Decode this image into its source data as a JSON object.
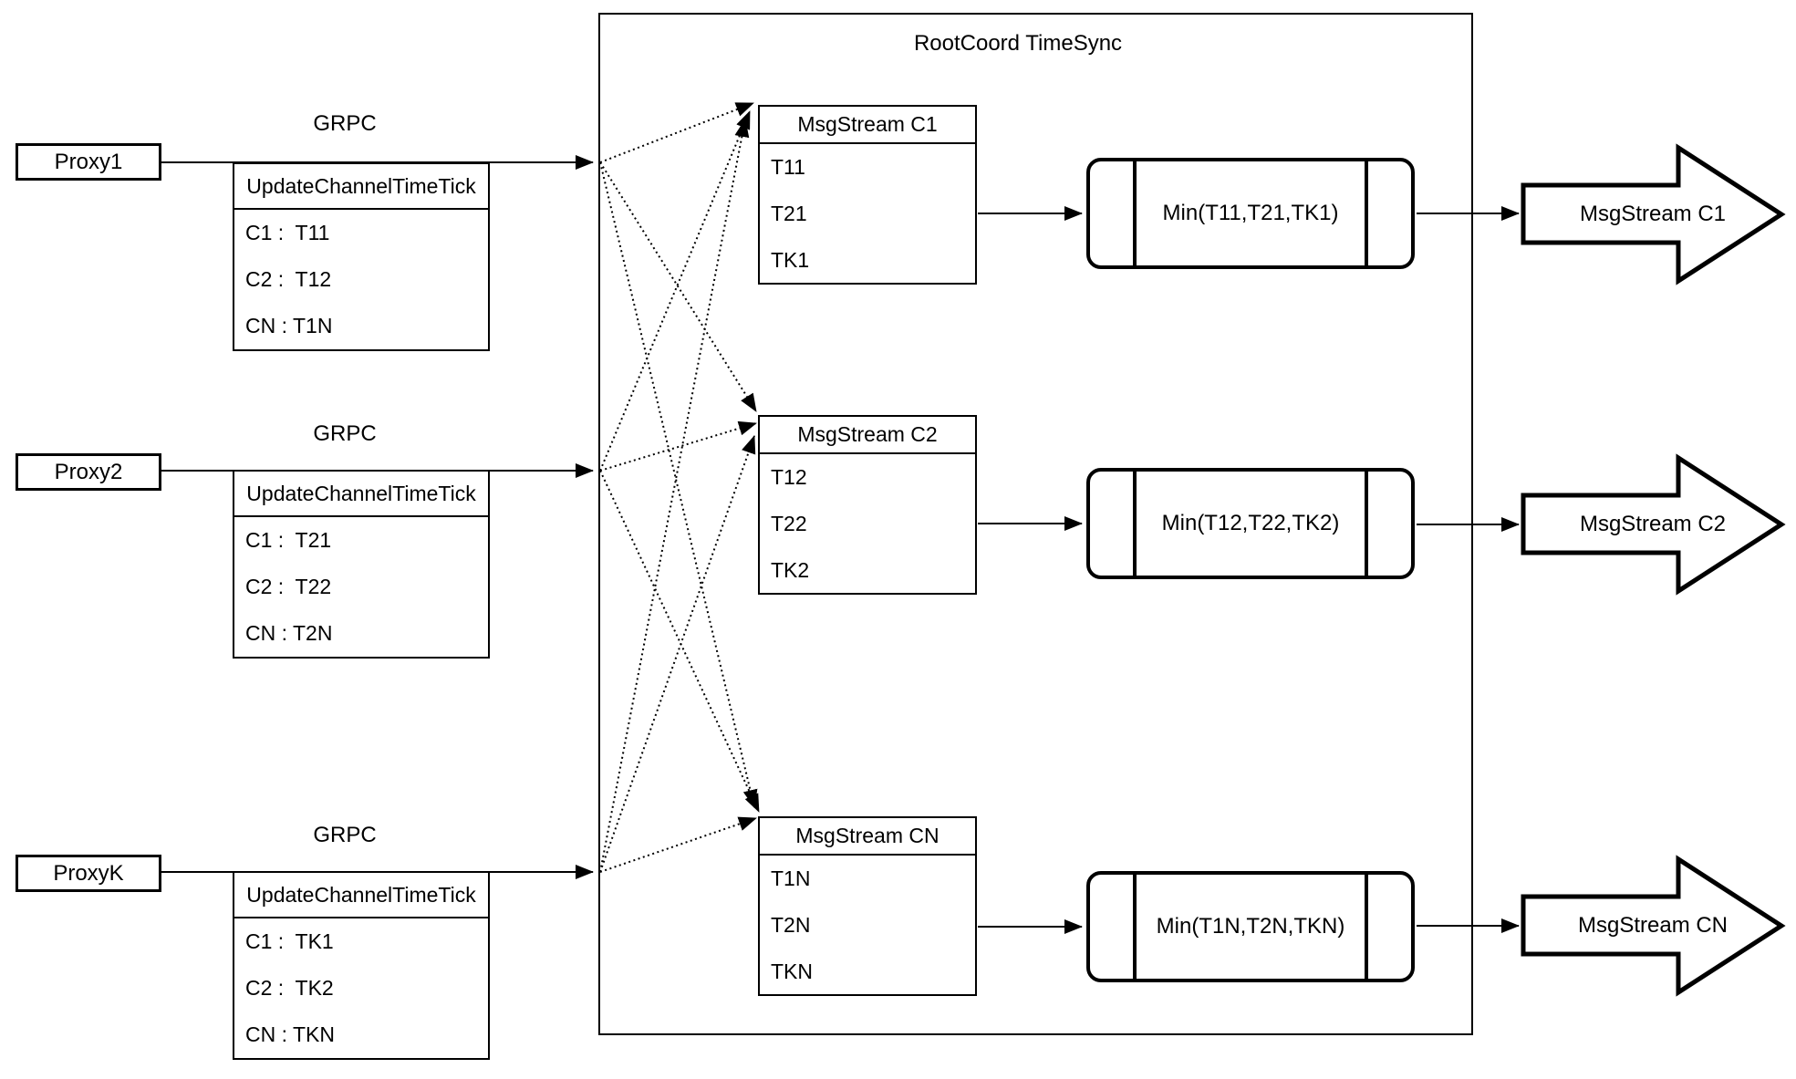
{
  "diagram": {
    "container_title": "RootCoord TimeSync",
    "proxies": [
      {
        "name": "Proxy1",
        "protocol": "GRPC",
        "message": {
          "header": "UpdateChannelTimeTick",
          "rows": [
            "C1 :  T11",
            "C2 :  T12",
            "CN : T1N"
          ]
        }
      },
      {
        "name": "Proxy2",
        "protocol": "GRPC",
        "message": {
          "header": "UpdateChannelTimeTick",
          "rows": [
            "C1 :  T21",
            "C2 :  T22",
            "CN : T2N"
          ]
        }
      },
      {
        "name": "ProxyK",
        "protocol": "GRPC",
        "message": {
          "header": "UpdateChannelTimeTick",
          "rows": [
            "C1 :  TK1",
            "C2 :  TK2",
            "CN : TKN"
          ]
        }
      }
    ],
    "channels": [
      {
        "collector": {
          "header": "MsgStream C1",
          "rows": [
            "T11",
            "T21",
            "TK1"
          ]
        },
        "reducer": "Min(T11,T21,TK1)",
        "output": "MsgStream C1"
      },
      {
        "collector": {
          "header": "MsgStream C2",
          "rows": [
            "T12",
            "T22",
            "TK2"
          ]
        },
        "reducer": "Min(T12,T22,TK2)",
        "output": "MsgStream C2"
      },
      {
        "collector": {
          "header": "MsgStream CN",
          "rows": [
            "T1N",
            "T2N",
            "TKN"
          ]
        },
        "reducer": "Min(T1N,T2N,TKN)",
        "output": "MsgStream CN"
      }
    ],
    "colors": {
      "stroke": "#000000",
      "background": "#ffffff"
    }
  }
}
